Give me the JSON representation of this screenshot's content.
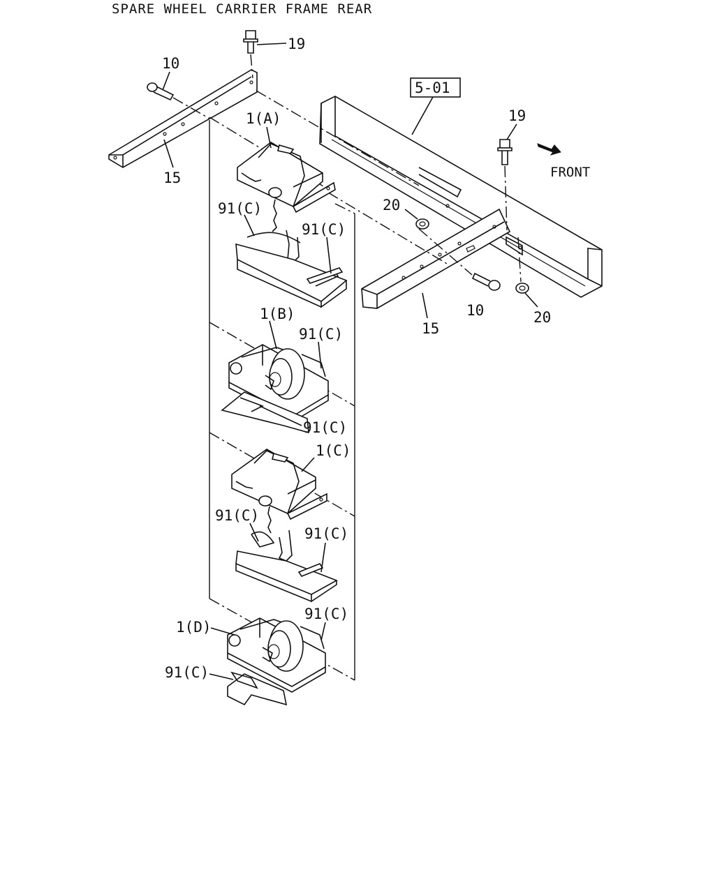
{
  "title": "SPARE WHEEL CARRIER FRAME REAR",
  "front_label": "FRONT",
  "ref_box": "5-01",
  "callouts": {
    "bolt_left_top": "19",
    "bolt_left_end": "10",
    "bracket_left": "15",
    "bolt_right_top": "19",
    "nut_upper": "20",
    "nut_lower": "20",
    "bolt_right_end": "10",
    "bracket_right": "15",
    "carrier_a": "1(A)",
    "carrier_b": "1(B)",
    "carrier_c": "1(C)",
    "carrier_d": "1(D)",
    "clip_a_left": "91(C)",
    "clip_a_right": "91(C)",
    "clip_b_upper": "91(C)",
    "clip_b_lower": "91(C)",
    "clip_c_left": "91(C)",
    "clip_c_right": "91(C)",
    "clip_d_upper": "91(C)",
    "clip_d_lower": "91(C)"
  }
}
